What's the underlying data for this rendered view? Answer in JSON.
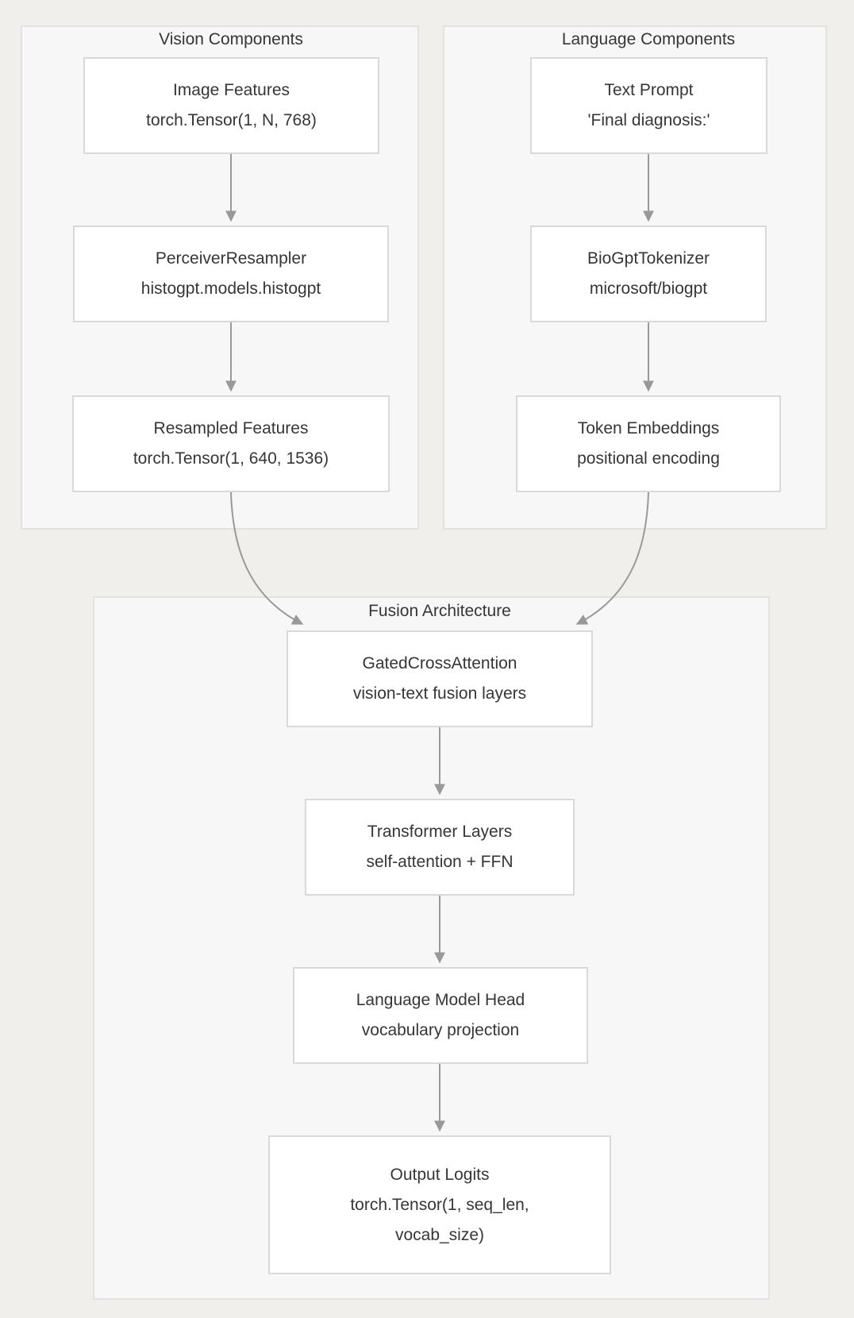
{
  "diagram": {
    "groups": [
      {
        "id": "vision",
        "title": "Vision Components",
        "nodes": [
          {
            "id": "image-features",
            "line1": "Image Features",
            "line2": "torch.Tensor(1, N, 768)"
          },
          {
            "id": "perceiver-resampler",
            "line1": "PerceiverResampler",
            "line2": "histogpt.models.histogpt"
          },
          {
            "id": "resampled-features",
            "line1": "Resampled Features",
            "line2": "torch.Tensor(1, 640, 1536)"
          }
        ]
      },
      {
        "id": "language",
        "title": "Language Components",
        "nodes": [
          {
            "id": "text-prompt",
            "line1": "Text Prompt",
            "line2": "'Final diagnosis:'"
          },
          {
            "id": "biogpt-tokenizer",
            "line1": "BioGptTokenizer",
            "line2": "microsoft/biogpt"
          },
          {
            "id": "token-embeddings",
            "line1": "Token Embeddings",
            "line2": "positional encoding"
          }
        ]
      },
      {
        "id": "fusion",
        "title": "Fusion Architecture",
        "nodes": [
          {
            "id": "gated-cross-attention",
            "line1": "GatedCrossAttention",
            "line2": "vision-text fusion layers"
          },
          {
            "id": "transformer-layers",
            "line1": "Transformer Layers",
            "line2": "self-attention + FFN"
          },
          {
            "id": "language-model-head",
            "line1": "Language Model Head",
            "line2": "vocabulary projection"
          },
          {
            "id": "output-logits",
            "line1": "Output Logits",
            "line2": "torch.Tensor(1, seq_len,",
            "line3": "vocab_size)"
          }
        ]
      }
    ],
    "edges": [
      {
        "from": "image-features",
        "to": "perceiver-resampler"
      },
      {
        "from": "perceiver-resampler",
        "to": "resampled-features"
      },
      {
        "from": "text-prompt",
        "to": "biogpt-tokenizer"
      },
      {
        "from": "biogpt-tokenizer",
        "to": "token-embeddings"
      },
      {
        "from": "resampled-features",
        "to": "gated-cross-attention"
      },
      {
        "from": "token-embeddings",
        "to": "gated-cross-attention"
      },
      {
        "from": "gated-cross-attention",
        "to": "transformer-layers"
      },
      {
        "from": "transformer-layers",
        "to": "language-model-head"
      },
      {
        "from": "language-model-head",
        "to": "output-logits"
      }
    ],
    "colors": {
      "page_background": "#f0efec",
      "cluster_fill": "#f7f7f7",
      "cluster_border": "#e2e2e2",
      "node_fill": "#ffffff",
      "node_border": "#d9d9d9",
      "edge": "#999999",
      "text": "#363636"
    }
  }
}
